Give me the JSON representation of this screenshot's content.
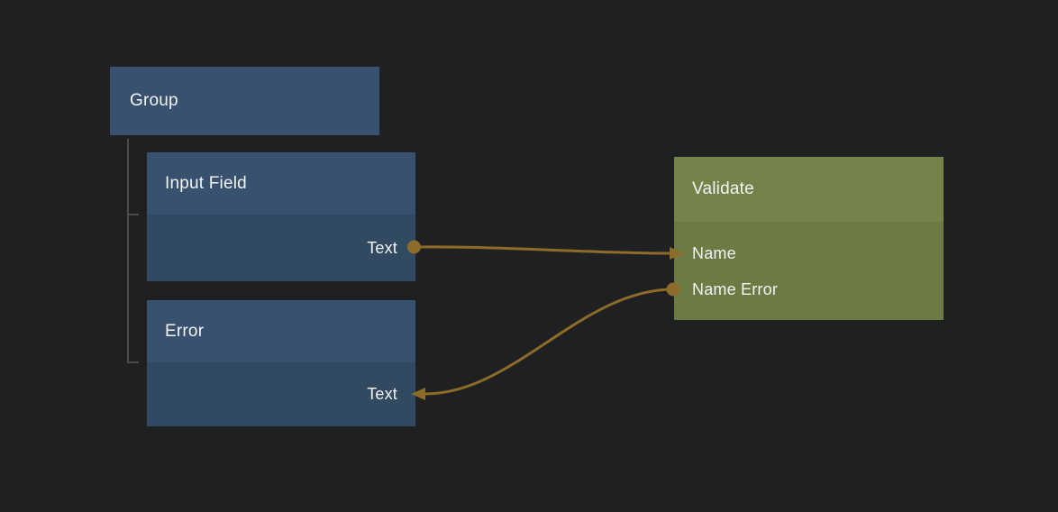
{
  "canvas": {
    "background_color": "#1f2021",
    "tree_line_color": "#4b4c4e",
    "wire_color": "#8d6b29",
    "text_color": "#f2f4f6"
  },
  "nodes": {
    "group": {
      "title": "Group",
      "header_color": "#37516e"
    },
    "input_field": {
      "title": "Input Field",
      "header_color": "#37516e",
      "body_color": "#314a62",
      "outputs": [
        {
          "label": "Text",
          "port_type": "source-circle"
        }
      ]
    },
    "error": {
      "title": "Error",
      "header_color": "#37516e",
      "body_color": "#314a62",
      "inputs": [
        {
          "label": "Text",
          "port_type": "target-arrow"
        }
      ]
    },
    "validate": {
      "title": "Validate",
      "header_color": "#75834b",
      "body_color": "#6c7a44",
      "rows": [
        {
          "label": "Name",
          "port_type": "target-arrow"
        },
        {
          "label": "Name Error",
          "port_type": "source-circle"
        }
      ]
    }
  },
  "connections": [
    {
      "from": "Input Field / Text",
      "to": "Validate / Name"
    },
    {
      "from": "Validate / Name Error",
      "to": "Error / Text"
    }
  ]
}
